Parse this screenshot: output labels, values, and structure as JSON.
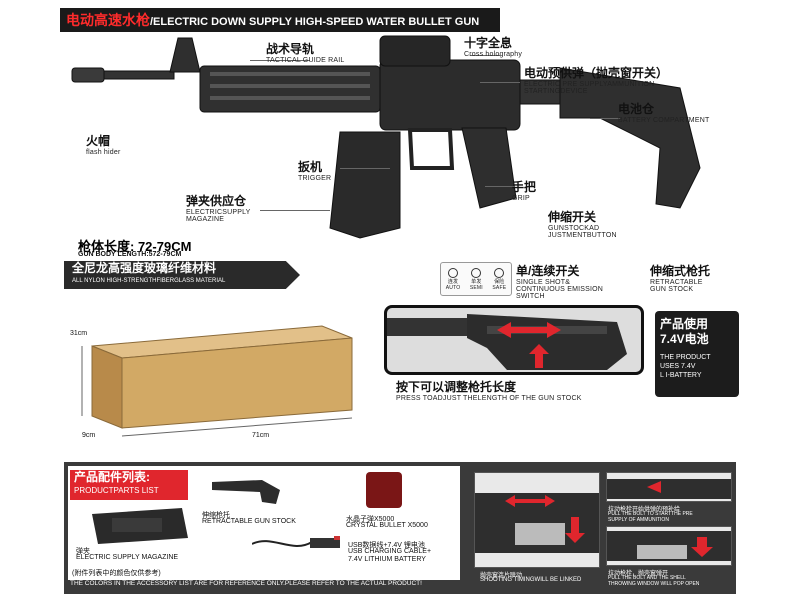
{
  "header": {
    "title_cn": "电动高速水枪",
    "title_en": "/ELECTRIC DOWN SUPPLY HIGH-SPEED WATER BULLET GUN"
  },
  "callouts": {
    "rail": {
      "cn": "战术导轨",
      "en": "TACTICAL GUIDE RAIL"
    },
    "holo": {
      "cn": "十字全息",
      "en": "Cross holography"
    },
    "feed": {
      "cn": "电动预供弹（抛壳窗开关）",
      "en1": "ELECTRIC PRE SUPPLYAMMUNITION",
      "en2": "STARTINGDEVICE"
    },
    "battery": {
      "cn": "电池仓",
      "en": "BATTERY COMPARTMENT"
    },
    "flash": {
      "cn": "火帽",
      "en": "flash hider"
    },
    "trigger": {
      "cn": "扳机",
      "en": "TRIGGER"
    },
    "magazine": {
      "cn": "弹夹供应仓",
      "en1": "ELECTRICSUPPLY",
      "en2": "MAGAZINE"
    },
    "grip": {
      "cn": "手把",
      "en": "GRIP"
    },
    "stock_btn": {
      "cn": "伸缩开关",
      "en1": "GUNSTOCKAD",
      "en2": "JUSTMENTBUTTON"
    },
    "retract": {
      "cn": "伸缩式枪托",
      "en1": "RETRACTABLE",
      "en2": "GUN STOCK"
    },
    "fire_mode": {
      "cn": "单/连续开关",
      "en1": "SINGLE SHOT&",
      "en2": "CONTINUOUS EMISSION",
      "en3": "SWITCH"
    },
    "modes": [
      {
        "cn": "连发",
        "en": "AUTO"
      },
      {
        "cn": "单发",
        "en": "SEMI"
      },
      {
        "cn": "保险",
        "en": "SAFE"
      }
    ]
  },
  "body_length": {
    "cn": "枪体长度: 72-79CM",
    "en": "GUN BODY LENGTH:572-79CM"
  },
  "material": {
    "cn": "全尼龙高强度玻璃纤维材料",
    "en": "ALL NYLON HIGH-STRENGTHFIBERGLASS MATERIAL"
  },
  "box_dims": {
    "height": "31cm",
    "depth": "9cm",
    "width": "71cm"
  },
  "stock_adjust": {
    "cn": "按下可以调整枪托长度",
    "en": "PRESS TOADJUST THELENGTH OF THE GUN STOCK"
  },
  "battery_info": {
    "cn1": "产品使用",
    "cn2": "7.4V电池",
    "en1": "THE PRODUCT",
    "en2": "USES 7.4V",
    "en3": "L I-BATTERY"
  },
  "parts": {
    "title_cn": "产品配件列表:",
    "title_en": "PRODUCTPARTS LIST",
    "stock_cn": "伸缩枪托",
    "stock_en": "RETRACTABLE GUN STOCK",
    "crystal_cn": "水晶子弹X5000",
    "crystal_en": "CRYSTAL BULLET X5000",
    "mag_cn": "弹夹",
    "mag_en": "ELECTRIC SUPPLY MAGAZINE",
    "cable_cn": "USB数据线+7.4V 锂电池",
    "cable_en1": "USB CHARGING CABLE+",
    "cable_en2": "7.4V LITHIUM BATTERY",
    "note": "(附件列表中的颜色仅供参考)",
    "disclaimer": "THE COLORS IN THE ACCESSORY LIST ARE FOR REFERENCE ONLY.PLEASE REFER TO THE ACTUAL PRODUCT!"
  },
  "steps": {
    "step1_cn": "抛壳窗连片联动",
    "step1_en": "SHOOTING TIMINGWILL BE LINKED",
    "step2_top_cn": "拉动枪栓开始供弹的预补给",
    "step2_top_en1": "PULL THE BOLT TO STARTTHE PRE",
    "step2_top_en2": "SUPPLY OF AMMUNITION",
    "step2_bot_cn": "拉动枪栓，抛壳窗弹开",
    "step2_bot_en1": "PULL THE BOLT AND THE SHELL",
    "step2_bot_en2": "THROWING WINDOW WILL POP OPEN"
  },
  "colors": {
    "accent_red": "#e0262d",
    "dark": "#1c1c1c",
    "box": "#d2a965"
  }
}
